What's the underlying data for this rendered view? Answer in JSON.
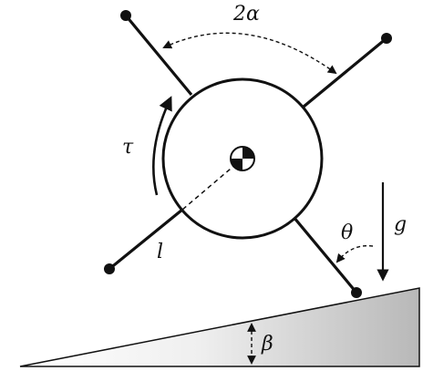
{
  "labels": {
    "spoke_angle": "2α",
    "torque": "τ",
    "leg_length": "l",
    "gravity": "g",
    "contact_angle": "θ",
    "slope_angle": "β"
  },
  "icons": {
    "center_of_mass": "center-of-mass-symbol"
  },
  "colors": {
    "ink": "#111111",
    "ramp_shadow": "#bdbdbd",
    "ramp_light": "#ffffff"
  }
}
